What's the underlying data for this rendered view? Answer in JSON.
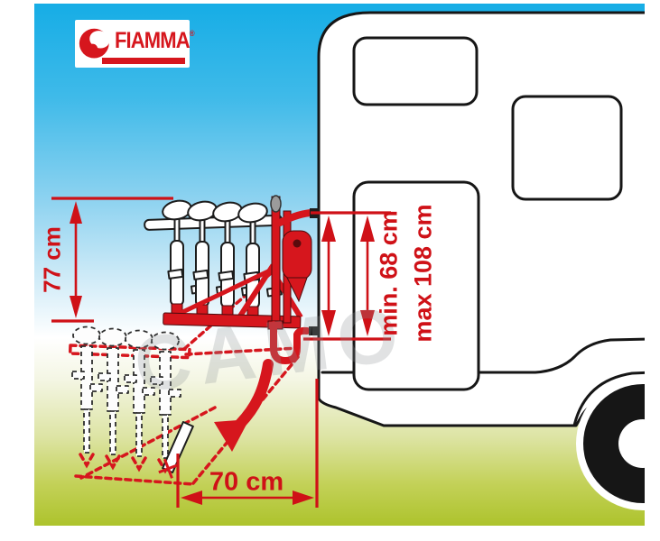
{
  "colors": {
    "sky-top": "#16ade6",
    "ground-dark": "#adc32c",
    "brand-red": "#d6161d",
    "dim-red": "#cf1117",
    "outline-black": "#161616",
    "knob-gray": "#9b9b9b",
    "watermark-gray": "#8d9496"
  },
  "logo": {
    "brand": "FIAMMA",
    "registered_mark": "®"
  },
  "labels": {
    "rack_height": "77 cm",
    "mount_min": "min. 68 cm",
    "mount_max": "max 108 cm",
    "swing_depth": "70 cm"
  },
  "watermark": "CAMO"
}
